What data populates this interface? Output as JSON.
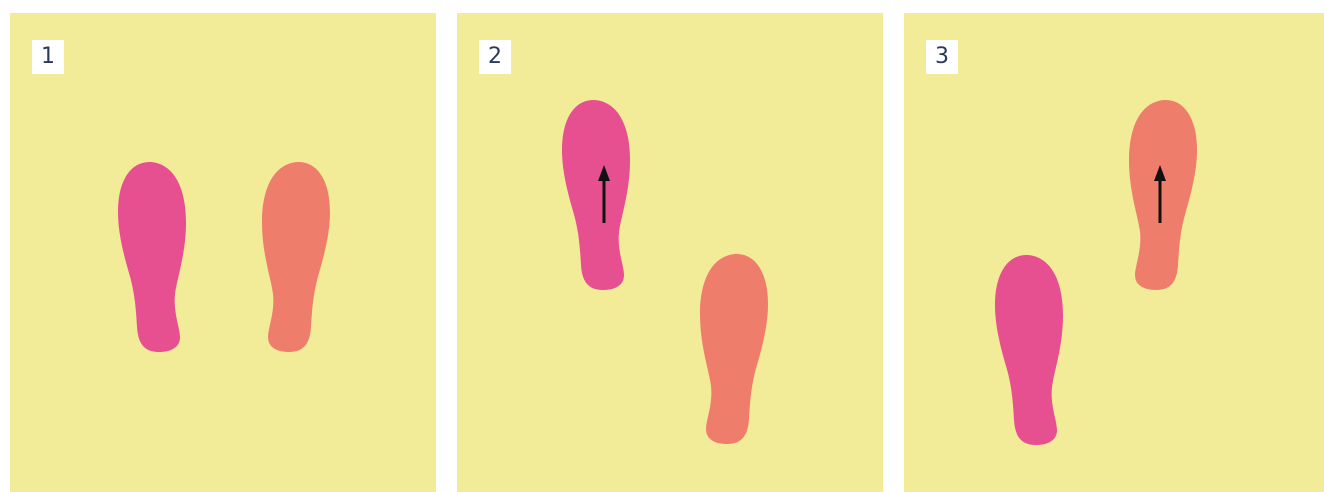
{
  "steps": [
    {
      "label": "1"
    },
    {
      "label": "2"
    },
    {
      "label": "3"
    }
  ],
  "colors": {
    "background": "#f2eb98",
    "left_foot": "#e64f90",
    "right_foot": "#ef7d6c",
    "arrow": "#111111",
    "label_box": "#ffffff",
    "label_text": "#2c3a5a"
  }
}
